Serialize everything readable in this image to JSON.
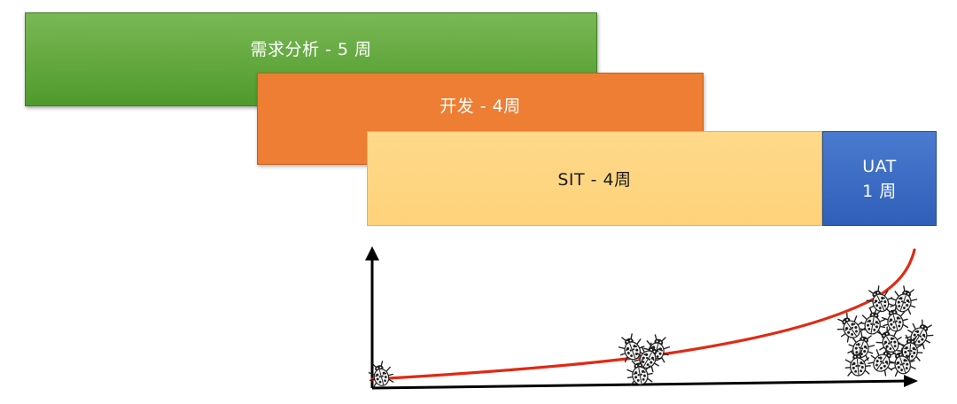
{
  "phases": {
    "requirements": {
      "label": "需求分析 - 5 周",
      "color": "#5ea83a"
    },
    "development": {
      "label": "开发 - 4周",
      "color": "#ee7e33"
    },
    "sit": {
      "label": "SIT - 4周",
      "color": "#fdd27a"
    },
    "uat": {
      "line1": "UAT",
      "line2": "1 周",
      "color": "#3a6cc4"
    }
  },
  "defect_curve": {
    "color": "#e02a14",
    "shape": "exponential growth",
    "bug_icon": "ladybug-icon",
    "bug_clusters": [
      {
        "stage": "start",
        "count": 1
      },
      {
        "stage": "sit-end",
        "count": 4
      },
      {
        "stage": "uat",
        "count": 12
      }
    ]
  }
}
